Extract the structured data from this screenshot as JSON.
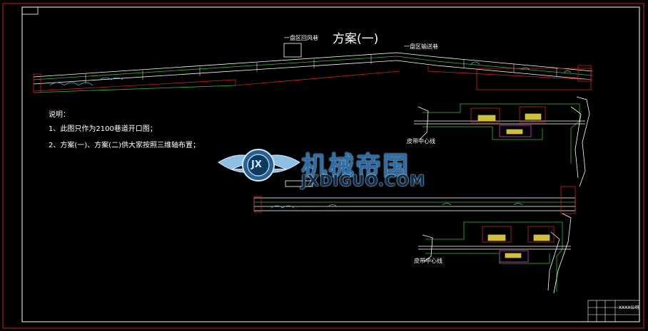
{
  "drawing": {
    "title": "方案(一)",
    "label_upper_left": "一盘区回风巷",
    "label_upper_right": "一盘区输送巷",
    "belt_center_label_1": "皮带中心线",
    "belt_center_label_2": "皮带中心线",
    "notes": {
      "heading": "说明：",
      "item1": "1、此图只作为2100巷道开口图；",
      "item2": "2、方案(一)、方案(二)供大家按照三维轴布置；"
    },
    "title_block": "XXXX公司"
  },
  "watermark": {
    "brand_cn": "机械帝国",
    "brand_en": "JXDIGUO.COM",
    "logo_text": "JX"
  },
  "colors": {
    "background": "#000000",
    "frame": "#d02020",
    "lines": "#ffffff",
    "green": "#2fbf2f",
    "magenta": "#d040d0",
    "cyan": "#40c0d0"
  }
}
